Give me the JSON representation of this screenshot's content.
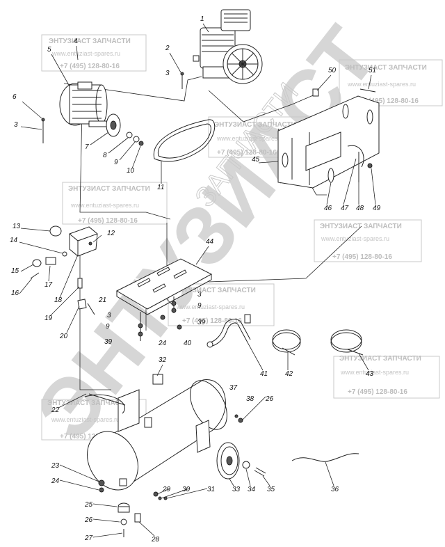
{
  "watermark": {
    "title": "ЭНТУЗИАСТ ЗАПЧАСТИ",
    "url": "www.entuziast-spares.ru",
    "phone": "+7 (495) 128-80-16",
    "big_text": "ЭНТУЗИАСТ",
    "big_subtext": "ЗАПЧАСТИ"
  },
  "callouts": [
    "1",
    "2",
    "3",
    "3",
    "3",
    "3",
    "4",
    "5",
    "6",
    "7",
    "8",
    "9",
    "9",
    "9",
    "10",
    "11",
    "12",
    "13",
    "14",
    "15",
    "16",
    "17",
    "18",
    "19",
    "20",
    "21",
    "22",
    "23",
    "24",
    "24",
    "25",
    "26",
    "26",
    "27",
    "28",
    "29",
    "30",
    "31",
    "32",
    "33",
    "34",
    "35",
    "36",
    "37",
    "38",
    "39",
    "39",
    "40",
    "41",
    "42",
    "43",
    "44",
    "45",
    "46",
    "47",
    "48",
    "49",
    "50",
    "51"
  ]
}
